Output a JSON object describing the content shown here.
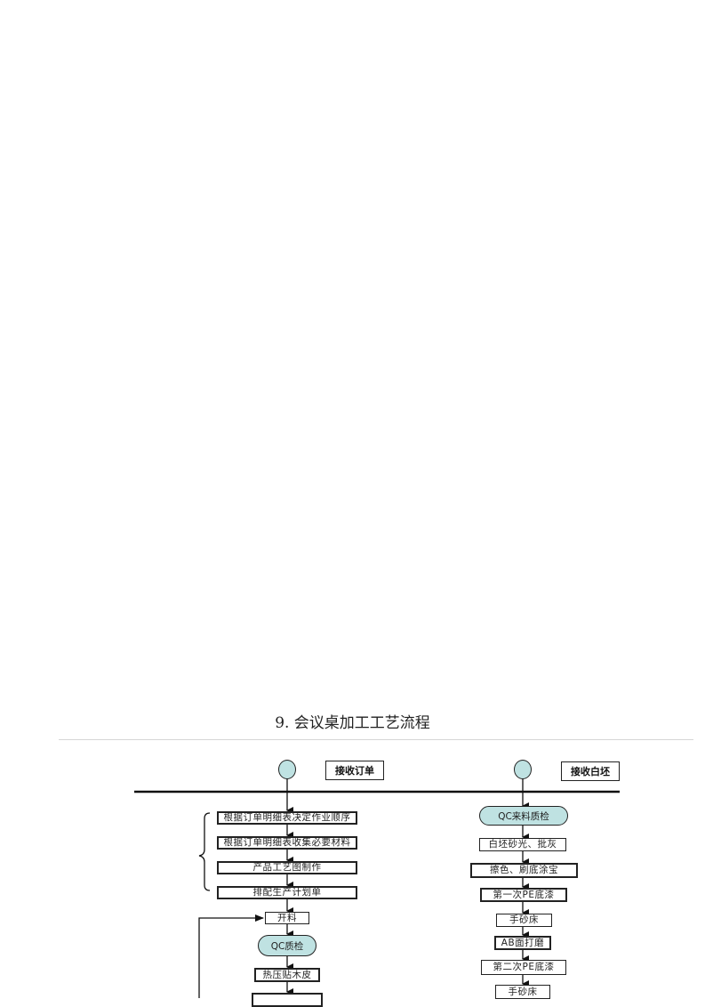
{
  "title": "9. 会议桌加工工艺流程",
  "diagram": {
    "left_lane": {
      "start_label": "接收订单",
      "steps": [
        "根据订单明细表决定作业顺序",
        "根据订单明细表收集必要材料",
        "产品工艺图制作",
        "排配生产计划单",
        "开料",
        "QC质检",
        "热压贴木皮",
        "(partially visible)"
      ],
      "bracket_group": "根据订单明细表决定作业顺序 … 排配生产计划单",
      "feedback_arrow_target": "开料"
    },
    "right_lane": {
      "start_label": "接收白坯",
      "steps": [
        "QC来料质检",
        "白坯砂光、批灰",
        "擦色、刷底涂宝",
        "第一次PE底漆",
        "手砂床",
        "AB面打磨",
        "第二次PE底漆",
        "手砂床"
      ]
    },
    "colors": {
      "node_fill": "#bfe2e2",
      "line": "#222222",
      "rule": "#d6d6d6"
    }
  }
}
